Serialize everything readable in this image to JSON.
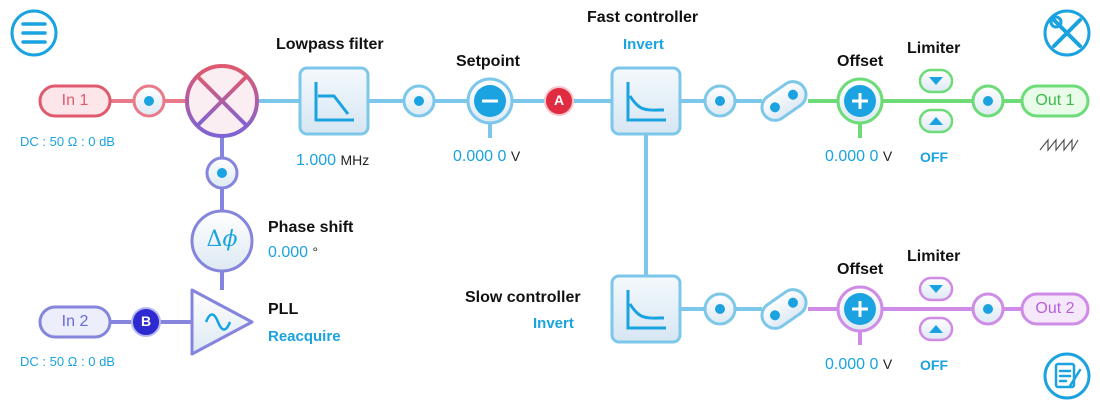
{
  "app": {
    "menu_icon": "hamburger-menu-icon",
    "tools_icon": "wrench-screwdriver-icon",
    "notes_icon": "edit-notes-icon"
  },
  "inputs": {
    "in1": {
      "label": "In 1",
      "coupling": "DC : 50 Ω : 0 dB"
    },
    "in2": {
      "label": "In 2",
      "coupling": "DC : 50 Ω : 0 dB"
    }
  },
  "lowpass": {
    "title": "Lowpass filter",
    "value": "1.000",
    "unit": "MHz"
  },
  "setpoint": {
    "title": "Setpoint",
    "value": "0.000 0",
    "unit": "V"
  },
  "markers": {
    "a": "A",
    "b": "B"
  },
  "fast_controller": {
    "title": "Fast controller",
    "invert": "Invert"
  },
  "slow_controller": {
    "title": "Slow controller",
    "invert": "Invert"
  },
  "phase_shift": {
    "title": "Phase shift",
    "value": "0.000",
    "unit": "°"
  },
  "pll": {
    "title": "PLL",
    "action": "Reacquire"
  },
  "output1": {
    "offset_title": "Offset",
    "offset_value": "0.000 0",
    "offset_unit": "V",
    "limiter_title": "Limiter",
    "limiter_state": "OFF",
    "label": "Out 1"
  },
  "output2": {
    "offset_title": "Offset",
    "offset_value": "0.000 0",
    "offset_unit": "V",
    "limiter_title": "Limiter",
    "limiter_state": "OFF",
    "label": "Out 2"
  },
  "colors": {
    "blue": "#1aa3e0",
    "line": "#7cc7ea",
    "red": "#e05a6e",
    "purple": "#6a6ad6",
    "green": "#5fd56a",
    "violet": "#c57be0"
  }
}
